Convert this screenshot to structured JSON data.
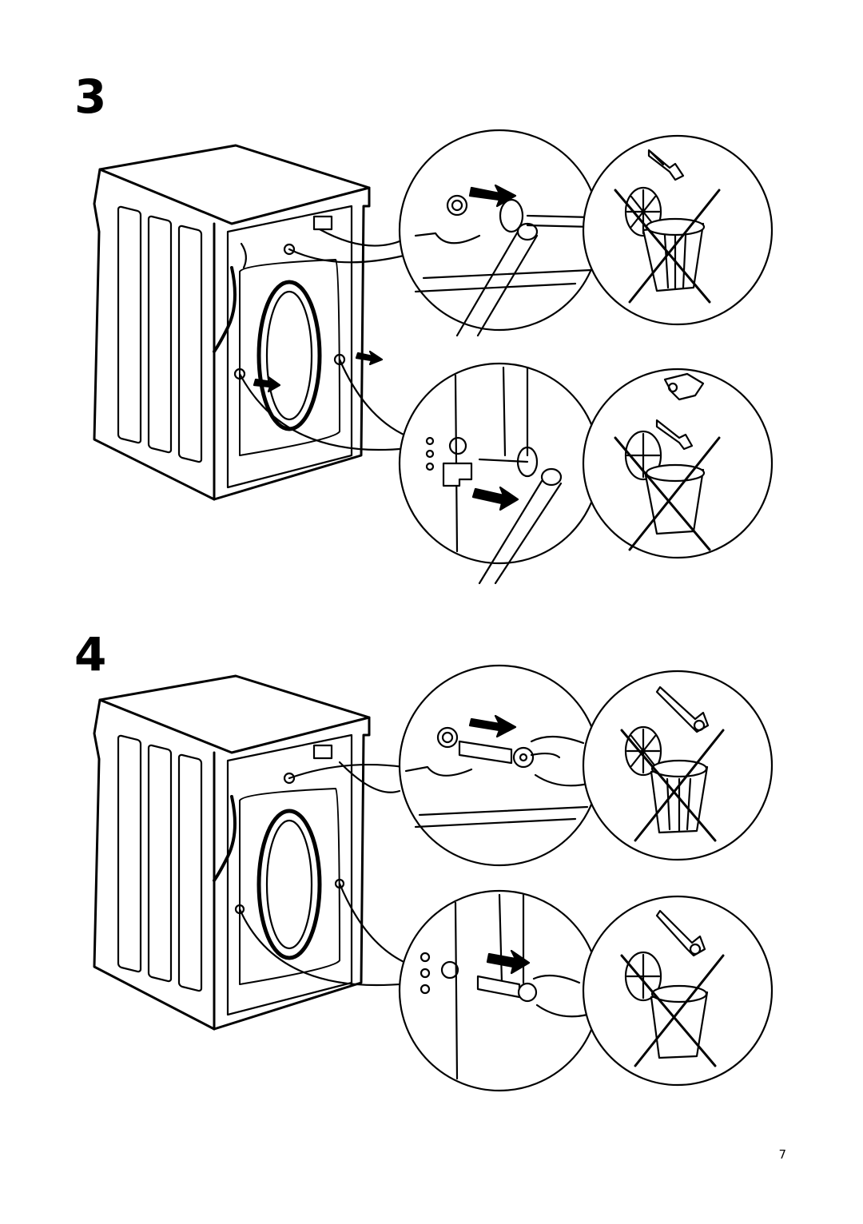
{
  "steps": [
    {
      "number": "3"
    },
    {
      "number": "4"
    }
  ],
  "page_number": "7",
  "icons": {
    "step3": [
      "washing-machine-rear-icon",
      "wrench-icon",
      "transport-bolt-icon",
      "trash-bin-crossed-icon"
    ],
    "step4": [
      "washing-machine-rear-icon",
      "hand-icon",
      "plastic-plug-icon",
      "trash-bin-crossed-icon"
    ]
  },
  "colors": {
    "ink": "#000000",
    "paper": "#ffffff"
  }
}
